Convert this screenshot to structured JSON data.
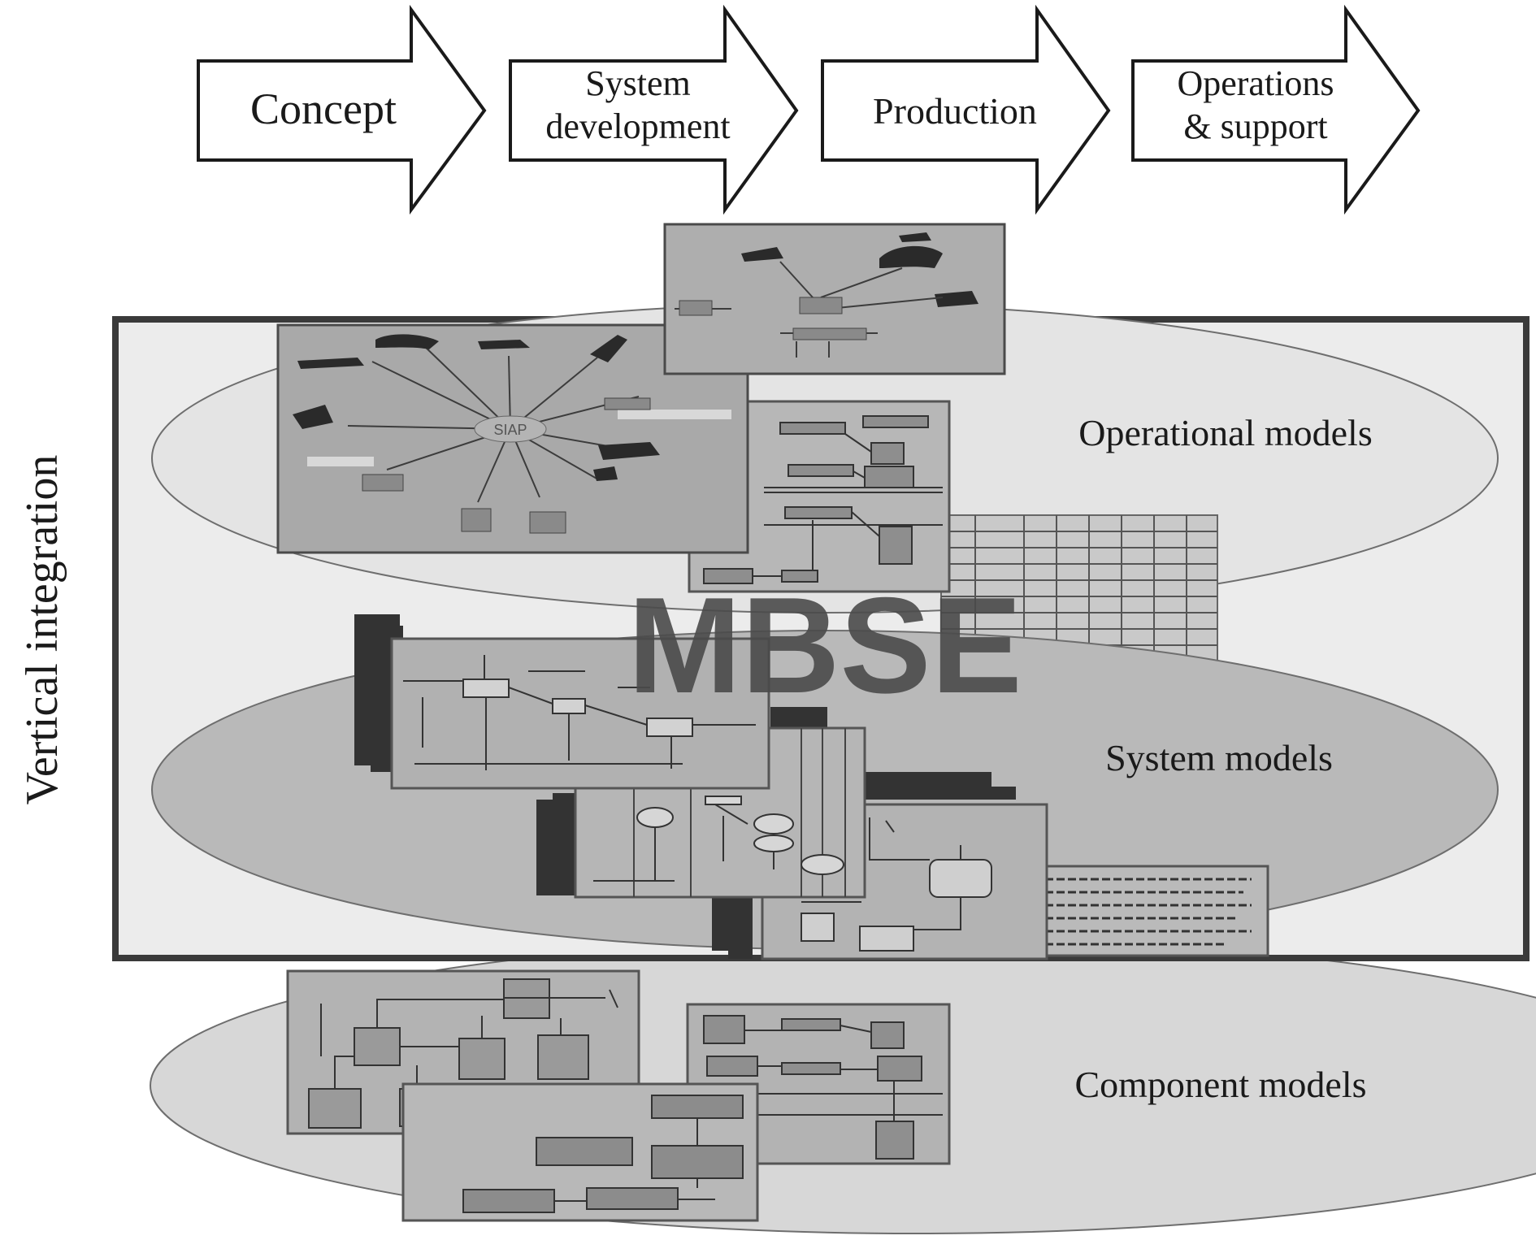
{
  "phases": [
    {
      "lines": [
        "Concept"
      ]
    },
    {
      "lines": [
        "System",
        "development"
      ]
    },
    {
      "lines": [
        "Production"
      ]
    },
    {
      "lines": [
        "Operations",
        "& support"
      ]
    }
  ],
  "vertical_axis": {
    "label": "Vertical integration"
  },
  "framework": {
    "label": "MBSE"
  },
  "layers": [
    {
      "key": "operational",
      "label": "Operational models"
    },
    {
      "key": "system",
      "label": "System models"
    },
    {
      "key": "component",
      "label": "Component models"
    }
  ],
  "diagram_snippets": {
    "operational_hub_label": "SIAP"
  },
  "colors": {
    "ink": "#1a1a1a",
    "ellipse_light": "#e6e6e6",
    "ellipse_mid": "#bdbdbd",
    "panel_dark": "#a8a8a8",
    "panel_mid": "#c4c4c4",
    "framework_text": "#4a4a4a"
  }
}
